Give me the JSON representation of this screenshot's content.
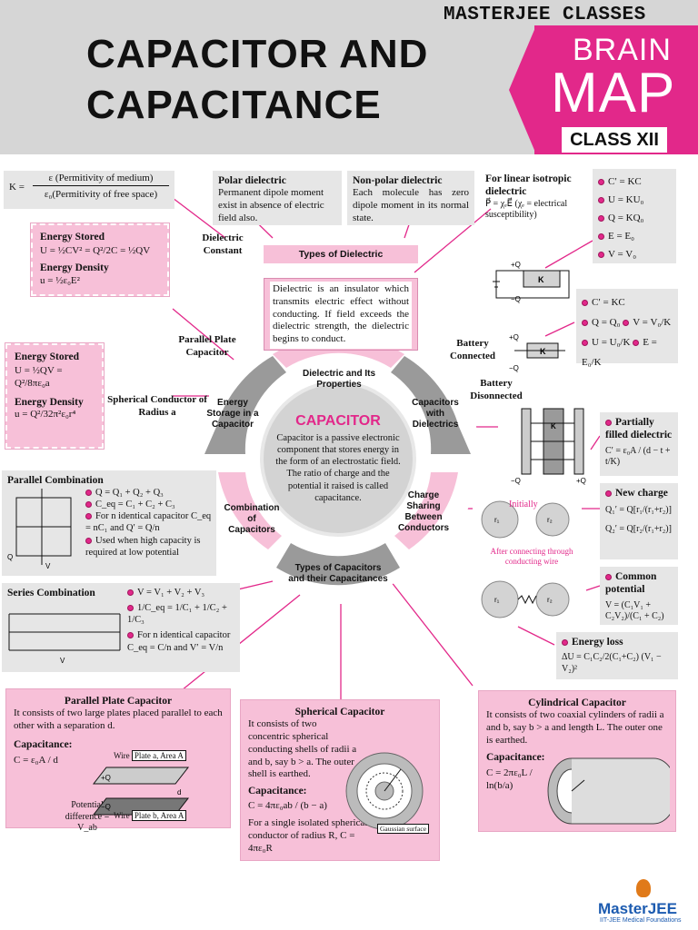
{
  "header": {
    "brand": "MASTERJEE CLASSES",
    "title_line1": "CAPACITOR AND",
    "title_line2": "CAPACITANCE",
    "badge_brain": "BRAIN",
    "badge_map": "MAP",
    "badge_class": "CLASS XII"
  },
  "k_box": {
    "lhs": "K =",
    "num": "ε (Permitivity of medium)",
    "den": "ε₀(Permitivity of free space)"
  },
  "polar": {
    "title": "Polar dielectric",
    "text": "Permanent dipole moment exist in absence of electric field also."
  },
  "nonpolar": {
    "title": "Non-polar dielectric",
    "text": "Each molecule has zero dipole moment in its normal state."
  },
  "isotropic": {
    "title": "For linear isotropic dielectric",
    "formula": "P⃗ = χₑE⃗ (χₑ = electrical susceptibility)"
  },
  "k_eqs": [
    "C′ = KC",
    "U = KU₀",
    "Q = KQ₀",
    "E = E₀",
    "V = V₀"
  ],
  "energy1": {
    "h1": "Energy Stored",
    "f1": "U = ½CV² = Q²/2C = ½QV",
    "h2": "Energy Density",
    "f2": "u = ½ε₀E²"
  },
  "dielectric_constant": "Dielectric Constant",
  "types_dielectric": "Types of Dielectric",
  "dielectric_def": "Dielectric is an insulator which transmits electric effect without conducting. If field exceeds the dielectric strength, the dielectric begins to conduct.",
  "battery_connected": "Battery Connected",
  "battery_disconnected": "Battery Disonnected",
  "bc_eqs": [
    "C′ = KC",
    "Q = Q₀",
    "V = V₀/K",
    "U = U₀/K",
    "E = E₀/K"
  ],
  "parallel_plate_label": "Parallel Plate Capacitor",
  "energy2": {
    "h1": "Energy Stored",
    "f1": "U = ½QV = Q²/8πε₀a",
    "h2": "Energy Density",
    "f2": "u = Q²/32π²ε₀r⁴"
  },
  "spherical_label": "Spherical Conductor of Radius a",
  "wheel": {
    "top": "Dielectric and Its Properties",
    "left": "Energy Storage in a Capacitor",
    "right": "Capacitors with Dielectrics",
    "lower_left": "Combination of Capacitors",
    "lower_right": "Charge Sharing Between Conductors",
    "bottom": "Types of Capacitors and their Capacitances",
    "center_title": "CAPACITOR",
    "center_text1": "Capacitor is a passive electronic component that stores energy in the form of an electrostatic field.",
    "center_text2": "The ratio of charge and the potential it raised is called capacitance."
  },
  "partial": {
    "title": "Partially filled dielectric",
    "formula": "C′ = ε₀A / (d − t + t/K)"
  },
  "parallel_comb": {
    "title": "Parallel Combination",
    "eqs": [
      "Q = Q₁ + Q₂ + Q₃",
      "C_eq = C₁ + C₂ + C₃",
      "For n identical capacitor C_eq = nC₁ and Q′ = Q/n",
      "Used when high capacity is required at low potential"
    ]
  },
  "series_comb": {
    "title": "Series Combination",
    "eqs": [
      "V = V₁ + V₂ + V₃",
      "1/C_eq = 1/C₁ + 1/C₂ + 1/C₃",
      "For n identical capacitor C_eq = C/n and V′ = V/n"
    ]
  },
  "charge_share": {
    "initially": "Initially",
    "after": "After connecting through conducting wire",
    "new_charge_title": "New charge",
    "q1": "Q₁′ = Q[r₁/(r₁+r₂)]",
    "q2": "Q₂′ = Q[r₂/(r₁+r₂)]",
    "common_title": "Common potential",
    "common": "V = (C₁V₁ + C₂V₂)/(C₁ + C₂)",
    "loss_title": "Energy loss",
    "loss": "ΔU = C₁C₂/2(C₁+C₂) (V₁ − V₂)²"
  },
  "ppc": {
    "title": "Parallel Plate Capacitor",
    "text": "It consists of two large plates placed parallel to each other with a separation d.",
    "cap": "Capacitance:",
    "formula": "C = ε₀A / d",
    "wire1": "Wire",
    "plate_a": "Plate a, Area A",
    "wire2": "Wire",
    "plate_b": "Plate b, Area A",
    "pot": "Potential difference = V_ab"
  },
  "sph": {
    "title": "Spherical Capacitor",
    "text": "It consists of two concentric spherical conducting shells of radii a and b, say b > a. The outer shell is earthed.",
    "cap": "Capacitance:",
    "formula": "C = 4πε₀ab / (b − a)",
    "extra": "For a single isolated spherical conductor of radius R, C = 4πε₀R",
    "gauss": "Gaussian surface"
  },
  "cyl": {
    "title": "Cylindrical Capacitor",
    "text": "It consists of two coaxial cylinders of radii a and b, say b > a and length L. The outer one is earthed.",
    "cap": "Capacitance:",
    "formula": "C = 2πε₀L / ln(b/a)"
  },
  "footer": {
    "brand": "MasterJEE",
    "tag": "IIT-JEE Medical Foundations"
  },
  "colors": {
    "accent": "#e2288a",
    "pink": "#f7c0d8",
    "grey": "#d6d6d6"
  }
}
